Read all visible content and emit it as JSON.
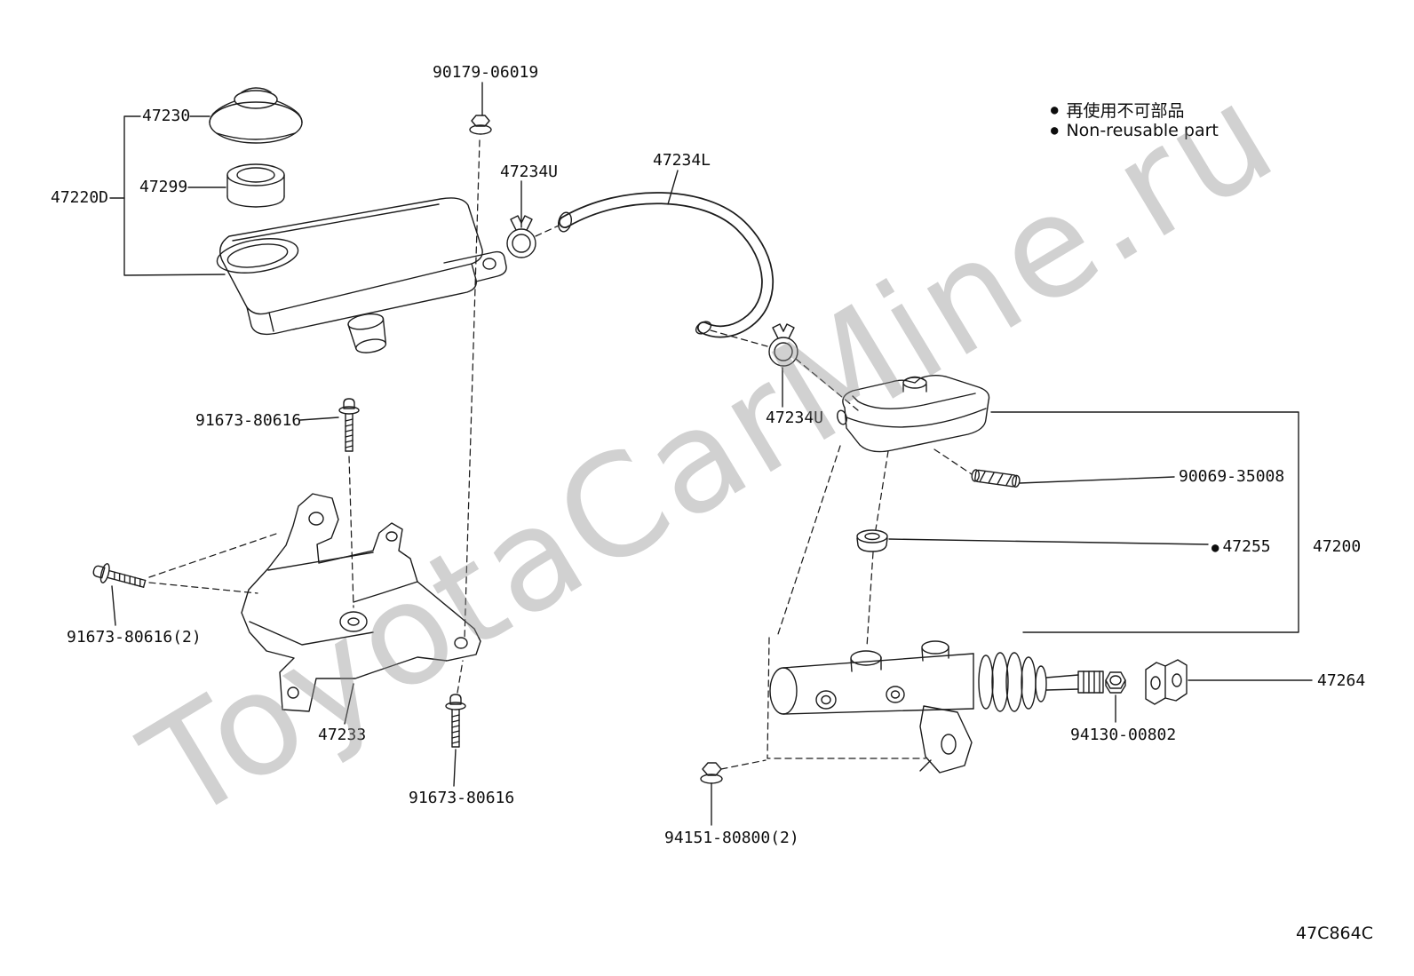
{
  "watermark": "ToyotaCarMine.ru",
  "diagram_code": "47C864C",
  "legend": {
    "bullet": "●",
    "jp": "再使用不可部品",
    "en": "Non-reusable part"
  },
  "callouts": {
    "cap_47230": "47230",
    "diaphragm_47299": "47299",
    "reservoir_47220D": "47220D",
    "nut_90179": "90179-06019",
    "clamp_47234U_a": "47234U",
    "hose_47234L": "47234L",
    "bolt_91673_a": "91673-80616",
    "clamp_47234U_b": "47234U",
    "pin_90069": "90069-35008",
    "grommet_47255": "47255",
    "assy_47200": "47200",
    "bolt_91673_b": "91673-80616(2)",
    "clamp_47264": "47264",
    "nut_94130": "94130-00802",
    "bracket_47233": "47233",
    "bolt_91673_c": "91673-80616",
    "nut_94151": "94151-80800(2)"
  }
}
